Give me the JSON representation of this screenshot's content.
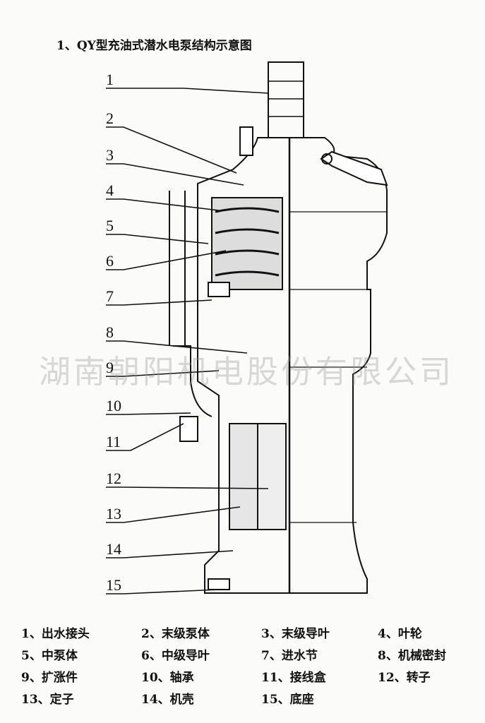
{
  "title": "1、QY型充油式潜水电泵结构示意图",
  "watermark": "湖南朝阳机电股份有限公司",
  "callouts": [
    "1",
    "2",
    "3",
    "4",
    "5",
    "6",
    "7",
    "8",
    "9",
    "10",
    "11",
    "12",
    "13",
    "14",
    "15"
  ],
  "legend": [
    "1、出水接头",
    "2、末级泵体",
    "3、末级导叶",
    "4、叶轮",
    "5、中泵体",
    "6、中级导叶",
    "7、进水节",
    "8、机械密封",
    "9、扩涨件",
    "10、轴承",
    "11、接线盒",
    "12、转子",
    "13、定子",
    "14、机壳",
    "15、底座"
  ]
}
